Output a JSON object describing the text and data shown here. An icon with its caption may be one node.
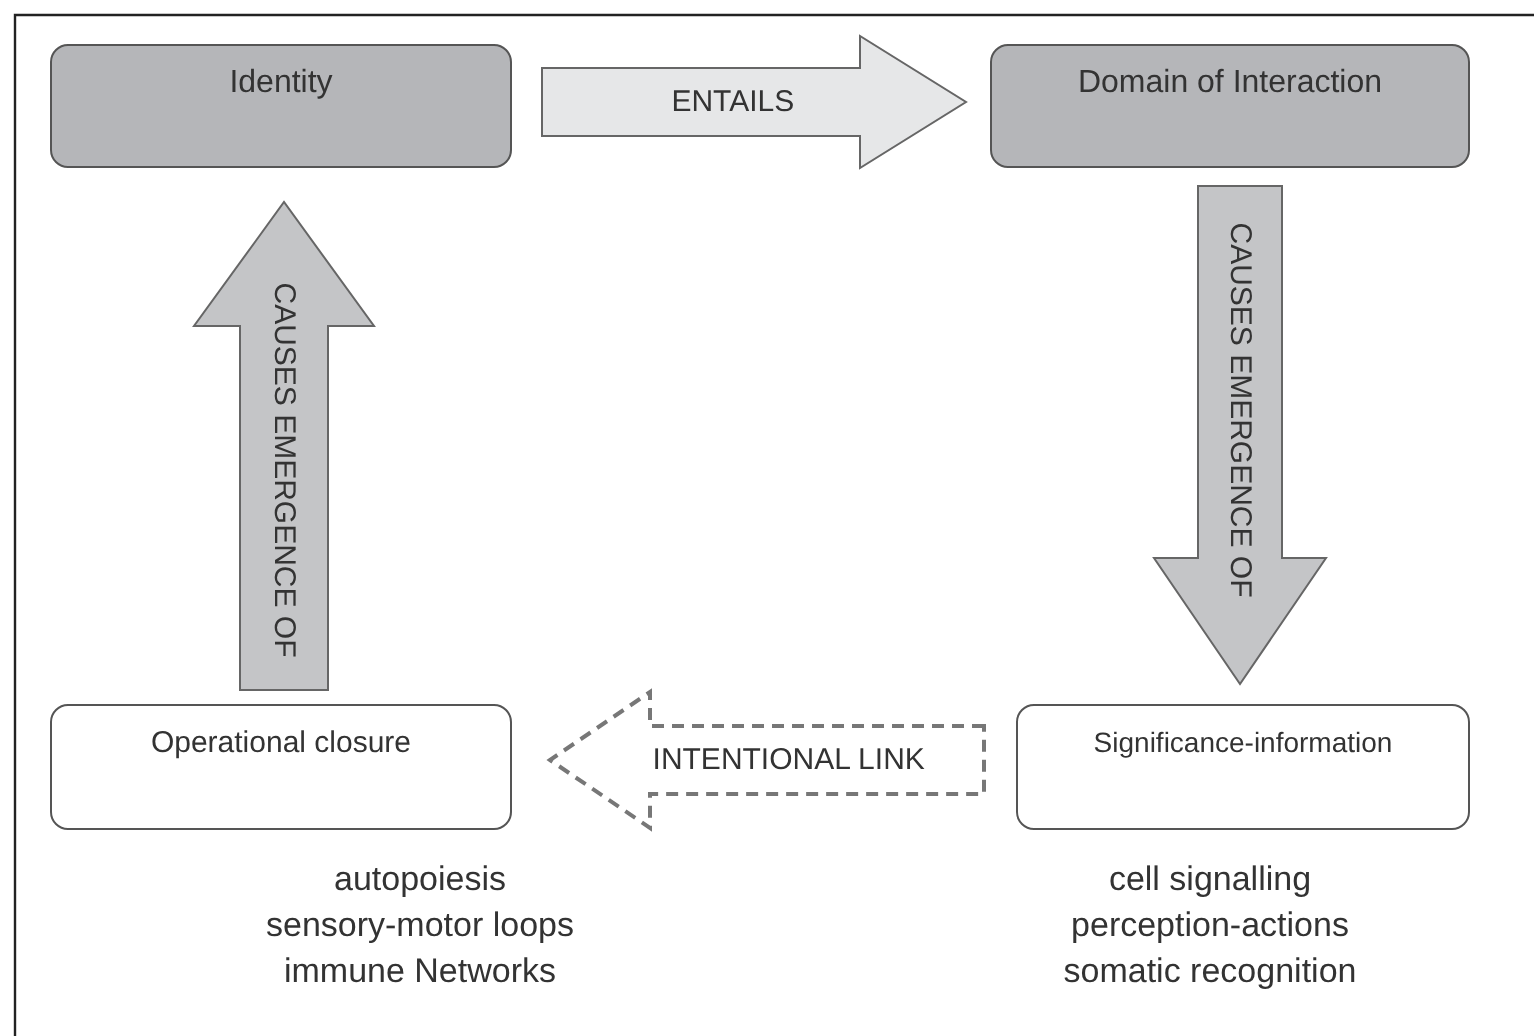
{
  "diagram": {
    "nodes": [
      {
        "text": [
          "Identity"
        ]
      },
      {
        "text": [
          "Domain of Interaction"
        ]
      },
      {
        "text": [
          "Operational closure"
        ],
        "beside": [
          "autopoiesis",
          "sensory-motor loops",
          "immune Networks"
        ]
      },
      {
        "text": [
          "Significance-information"
        ],
        "beside": [
          "cell signalling",
          "perception-actions",
          "somatic recognition"
        ]
      }
    ],
    "edges": [
      {
        "from": 0,
        "to": 1,
        "arrow": "to",
        "label": "ENTAILS",
        "color": "#e6e7e8"
      },
      {
        "from": 1,
        "to": 3,
        "arrow": "to",
        "label": "CAUSES EMERGENCE OF"
      },
      {
        "from": 2,
        "to": 0,
        "arrow": "to",
        "label": "CAUSES EMERGENCE OF"
      },
      {
        "from": 3,
        "to": 2,
        "arrow": "to",
        "label": "INTENTIONAL LINK",
        "style": "dashed"
      }
    ]
  }
}
